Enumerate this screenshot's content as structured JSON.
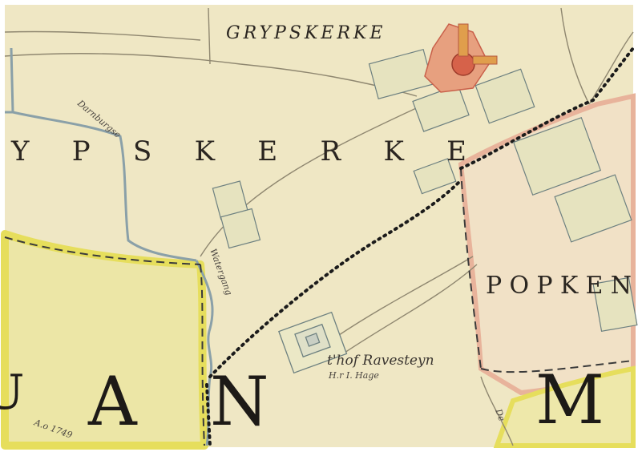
{
  "labels": {
    "village": "GRYPSKERKE",
    "region": "YPSKERKE",
    "popkensburg": "POPKEN",
    "ravesteyn": "t'hof Ravesteyn",
    "owner": "H.r I. Hage",
    "darnburg": "Darnburgse",
    "watergang": "Watergang",
    "letter_a": "A",
    "letter_n": "N",
    "letter_m": "M",
    "letter_u": "U",
    "letter_de": "De",
    "year_note": "A.o 1749"
  },
  "colors": {
    "paper": "#efe7c4",
    "water": "#8aa0a8",
    "yellow_border": "#e8e16a",
    "pink_border": "#e9b6a0",
    "village_red": "#d6624a",
    "ink": "#2a2520"
  }
}
